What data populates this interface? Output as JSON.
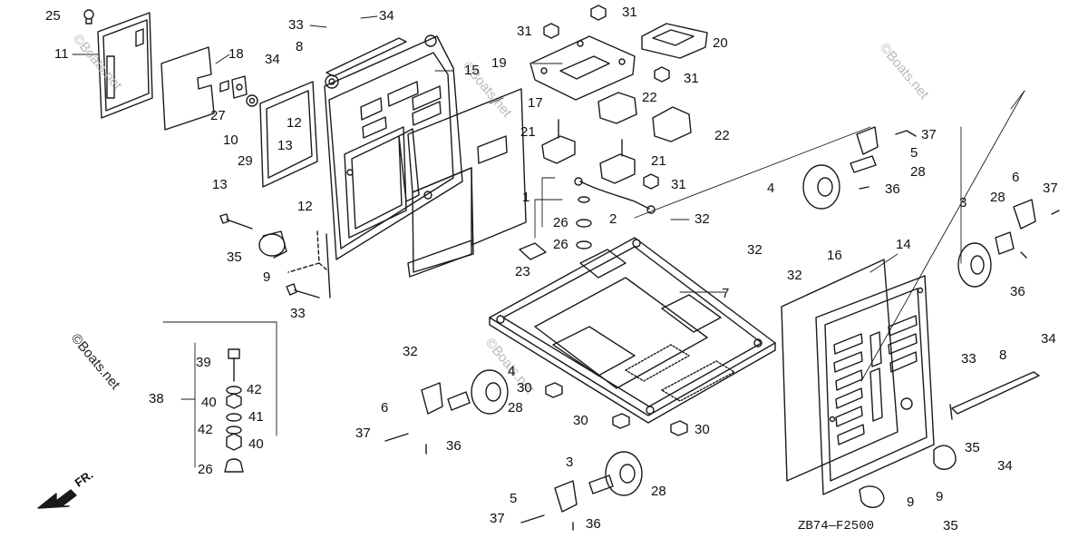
{
  "diagram": {
    "code": "ZB74—F2500",
    "watermark": "©Boats.net",
    "direction_label": "FR.",
    "callouts": {
      "c25": "25",
      "c11": "11",
      "c18": "18",
      "c27": "27",
      "c10": "10",
      "c29": "29",
      "c12a": "12",
      "c13a": "13",
      "c13b": "13",
      "c12b": "12",
      "c33a": "33",
      "c34a": "34",
      "c8a": "8",
      "c34b": "34",
      "c15": "15",
      "c17": "17",
      "c35a": "35",
      "c9a": "9",
      "c33b": "33",
      "c31a": "31",
      "c31b": "31",
      "c20": "20",
      "c19": "19",
      "c31c": "31",
      "c22a": "22",
      "c22b": "22",
      "c21a": "21",
      "c21b": "21",
      "c31d": "31",
      "c1": "1",
      "c26a": "26",
      "c2": "2",
      "c32a": "32",
      "c26b": "26",
      "c23": "23",
      "c32b": "32",
      "c32c": "32",
      "c7": "7",
      "c32d": "32",
      "c4a": "4",
      "c36a": "36",
      "c37a": "37",
      "c5a": "5",
      "c28a": "28",
      "c6a": "6",
      "c3a": "3",
      "c28b": "28",
      "c37b": "37",
      "c36b": "36",
      "c16": "16",
      "c14": "14",
      "c4b": "4",
      "c6b": "6",
      "c28c": "28",
      "c37c": "37",
      "c36c": "36",
      "c30a": "30",
      "c30b": "30",
      "c30c": "30",
      "c3b": "3",
      "c28d": "28",
      "c5b": "5",
      "c37d": "37",
      "c36d": "36",
      "c33c": "33",
      "c8b": "8",
      "c34c": "34",
      "c35b": "35",
      "c34d": "34",
      "c9b": "9",
      "c9c": "9",
      "c35c": "35",
      "c38": "38",
      "c39": "39",
      "c42a": "42",
      "c40a": "40",
      "c41": "41",
      "c42b": "42",
      "c40b": "40",
      "c26c": "26"
    }
  }
}
